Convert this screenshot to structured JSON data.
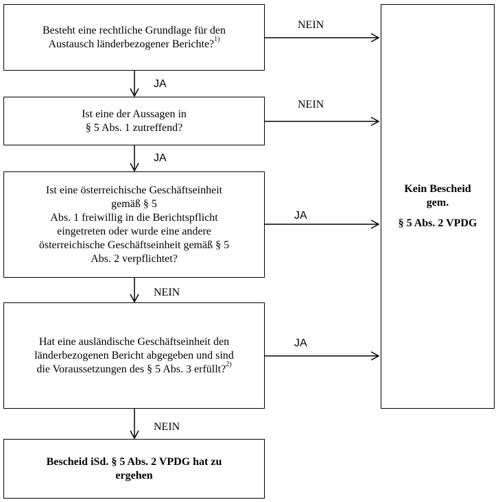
{
  "boxes": {
    "q1": {
      "line1": "Besteht eine rechtliche Grundlage für den",
      "line2": "Austausch länderbezogener Berichte?",
      "footnote": "1)"
    },
    "q2": {
      "line1": "Ist eine der Aussagen in",
      "line2": "§ 5 Abs. 1 zutreffend?"
    },
    "q3": {
      "line1": "Ist eine österreichische Geschäftseinheit",
      "line2": "gemäß § 5",
      "line3": "Abs. 1 freiwillig in die Berichtspflicht",
      "line4": "eingetreten oder wurde eine andere",
      "line5": "österreichische Geschäftseinheit gemäß § 5",
      "line6": "Abs. 2 verpflichtet?"
    },
    "q4": {
      "line1": "Hat eine ausländische Geschäftseinheit den",
      "line2": "länderbezogenen Bericht abgegeben und sind",
      "line3": "die Voraussetzungen des § 5 Abs. 3 erfüllt?",
      "footnote": "2)"
    },
    "result_bottom": {
      "line1": "Bescheid iSd. § 5 Abs. 2 VPDG hat zu",
      "line2": "ergehen"
    },
    "result_right": {
      "line1": "Kein Bescheid",
      "line2": "gem.",
      "line3": "§ 5 Abs. 2 VPDG"
    }
  },
  "labels": {
    "q1_no": "NEIN",
    "q1_yes": "JA",
    "q2_no": "NEIN",
    "q2_yes": "JA",
    "q3_yes": "JA",
    "q3_no": "NEIN",
    "q4_yes": "JA",
    "q4_no": "NEIN"
  },
  "colors": {
    "line": "#000000",
    "background": "#ffffff"
  }
}
